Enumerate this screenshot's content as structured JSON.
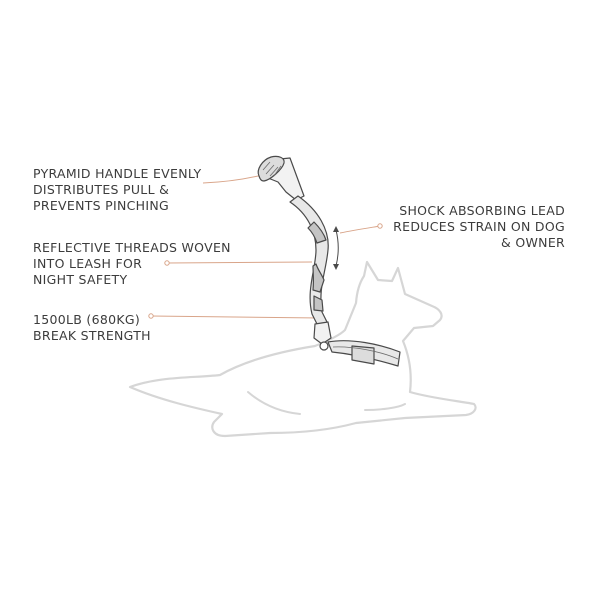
{
  "callouts": {
    "pyramid_handle": {
      "lines": [
        "PYRAMID HANDLE  EVENLY",
        "DISTRIBUTES PULL &",
        "PREVENTS PINCHING"
      ]
    },
    "reflective_threads": {
      "lines": [
        "REFLECTIVE THREADS WOVEN",
        "INTO LEASH FOR",
        "NIGHT SAFETY"
      ]
    },
    "break_strength": {
      "lines": [
        "1500LB (680KG)",
        "BREAK STRENGTH"
      ]
    },
    "shock_absorbing": {
      "lines": [
        "SHOCK ABSORBING LEAD",
        "REDUCES STRAIN ON DOG",
        "& OWNER"
      ]
    }
  },
  "colors": {
    "text": "#3c3c3c",
    "leader_line": "#d9a58a",
    "dog_outline": "#d6d6d6",
    "product_stroke": "#4a4a4a",
    "product_fill": "#e8e8e8",
    "reflective_fill": "#c4c4c4"
  }
}
